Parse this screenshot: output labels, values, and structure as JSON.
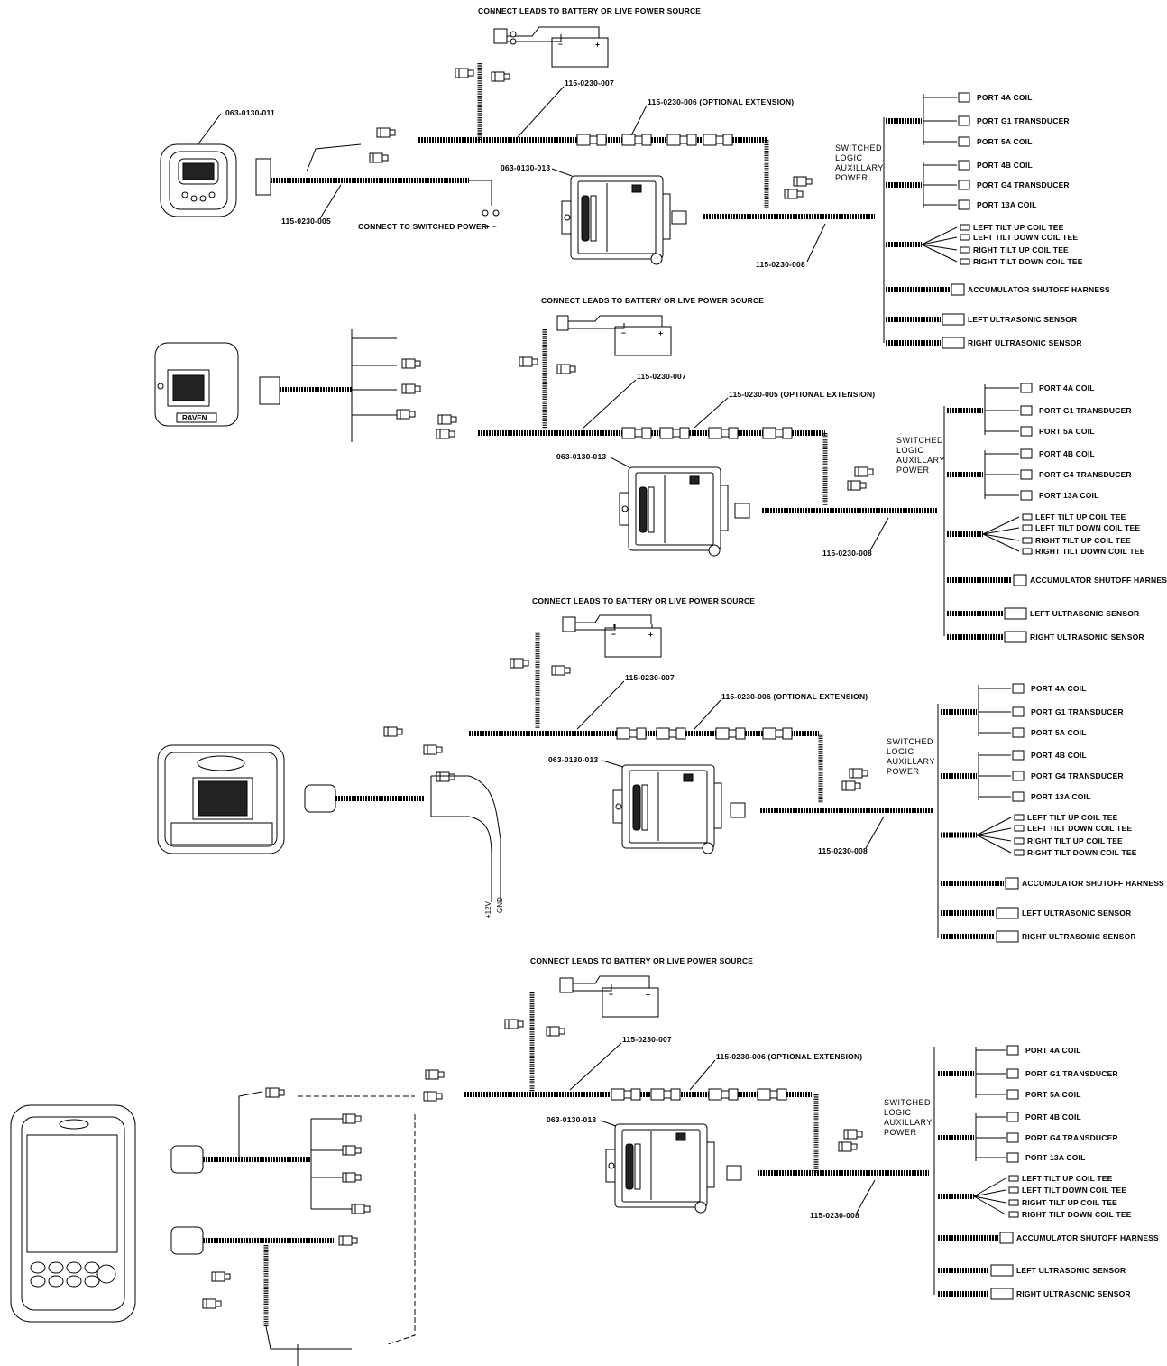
{
  "diagrams": [
    {
      "battery_label": "CONNECT LEADS TO BATTERY OR LIVE POWER SOURCE",
      "console_part": "063-0130-011",
      "console_harness": "115-0230-005",
      "switched_power": "CONNECT TO SWITCHED POWER",
      "switched_power_polarity": "+ −",
      "main_harness": "115-0230-007",
      "extension": "115-0230-006 (OPTIONAL EXTENSION)",
      "node": "063-0130-013",
      "valve_harness": "115-0230-008",
      "aux_power": [
        "SWITCHED",
        "LOGIC",
        "AUXILLARY",
        "POWER"
      ]
    },
    {
      "battery_label": "CONNECT LEADS TO BATTERY OR LIVE POWER SOURCE",
      "main_harness": "115-0230-007",
      "extension": "115-0230-005 (OPTIONAL EXTENSION)",
      "node": "063-0130-013",
      "valve_harness": "115-0230-008",
      "aux_power": [
        "SWITCHED",
        "LOGIC",
        "AUXILLARY",
        "POWER"
      ],
      "console_brand": "RAVEN"
    },
    {
      "battery_label": "CONNECT LEADS TO BATTERY OR LIVE POWER SOURCE",
      "main_harness": "115-0230-007",
      "extension": "115-0230-006 (OPTIONAL EXTENSION)",
      "node": "063-0130-013",
      "valve_harness": "115-0230-008",
      "aux_power": [
        "SWITCHED",
        "LOGIC",
        "AUXILLARY",
        "POWER"
      ],
      "power_plus": "+12V",
      "power_gnd": "GND"
    },
    {
      "battery_label": "CONNECT LEADS TO BATTERY OR LIVE POWER SOURCE",
      "main_harness": "115-0230-007",
      "extension": "115-0230-006 (OPTIONAL EXTENSION)",
      "node": "063-0130-013",
      "valve_harness": "115-0230-008",
      "aux_power": [
        "SWITCHED",
        "LOGIC",
        "AUXILLARY",
        "POWER"
      ]
    }
  ],
  "valve_ports": [
    "PORT 4A COIL",
    "PORT G1 TRANSDUCER",
    "PORT 5A COIL",
    "PORT 4B COIL",
    "PORT G4 TRANSDUCER",
    "PORT 13A COIL"
  ],
  "tilt_tees": [
    "LEFT TILT UP COIL TEE",
    "LEFT TILT DOWN COIL TEE",
    "RIGHT TILT UP COIL TEE",
    "RIGHT TILT DOWN COIL TEE"
  ],
  "accumulator": "ACCUMULATOR SHUTOFF HARNESS",
  "sensors": [
    "LEFT ULTRASONIC SENSOR",
    "RIGHT ULTRASONIC SENSOR"
  ]
}
